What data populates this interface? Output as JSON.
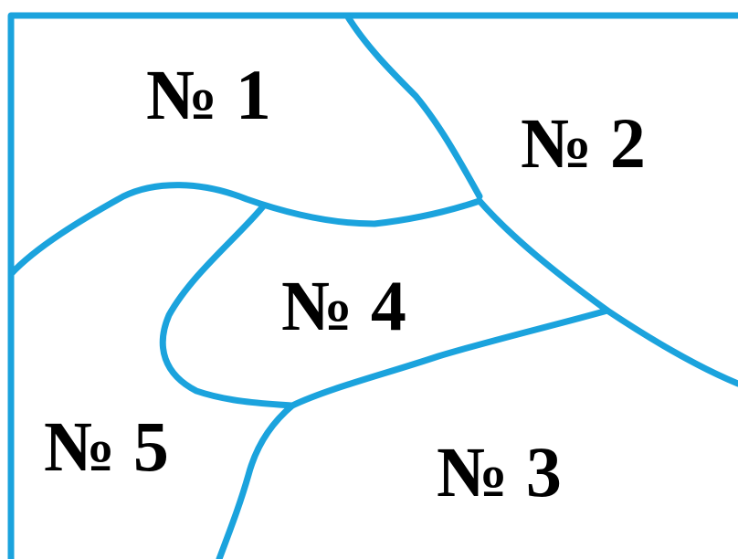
{
  "colors": {
    "border": "#1ba3dd",
    "label": "#000000",
    "background": "#ffffff"
  },
  "regions": [
    {
      "id": "region-1",
      "label": "№ 1"
    },
    {
      "id": "region-2",
      "label": "№ 2"
    },
    {
      "id": "region-3",
      "label": "№ 3"
    },
    {
      "id": "region-4",
      "label": "№ 4"
    },
    {
      "id": "region-5",
      "label": "№ 5"
    }
  ]
}
